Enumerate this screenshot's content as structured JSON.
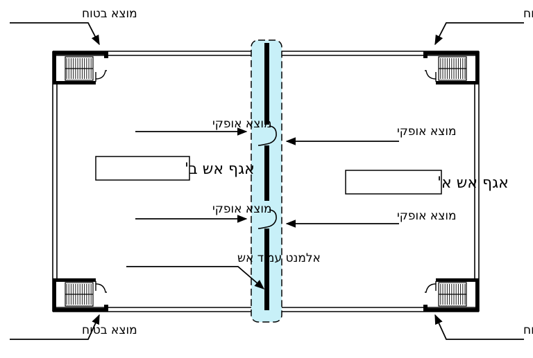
{
  "labels": {
    "safe_exit": "מוצא בטוח",
    "horizontal_exit": "מוצא אופקי",
    "fire_wing_a": "אגף אש א'",
    "fire_wing_b": "אגף אש ב'",
    "fire_separation_element": "אלמנט עמיד אש"
  },
  "colors": {
    "fire_wall_fill": "#c8f0f8",
    "line": "#000000"
  },
  "icons": [
    "stair-icon",
    "door-swing-icon",
    "arrow-icon"
  ]
}
